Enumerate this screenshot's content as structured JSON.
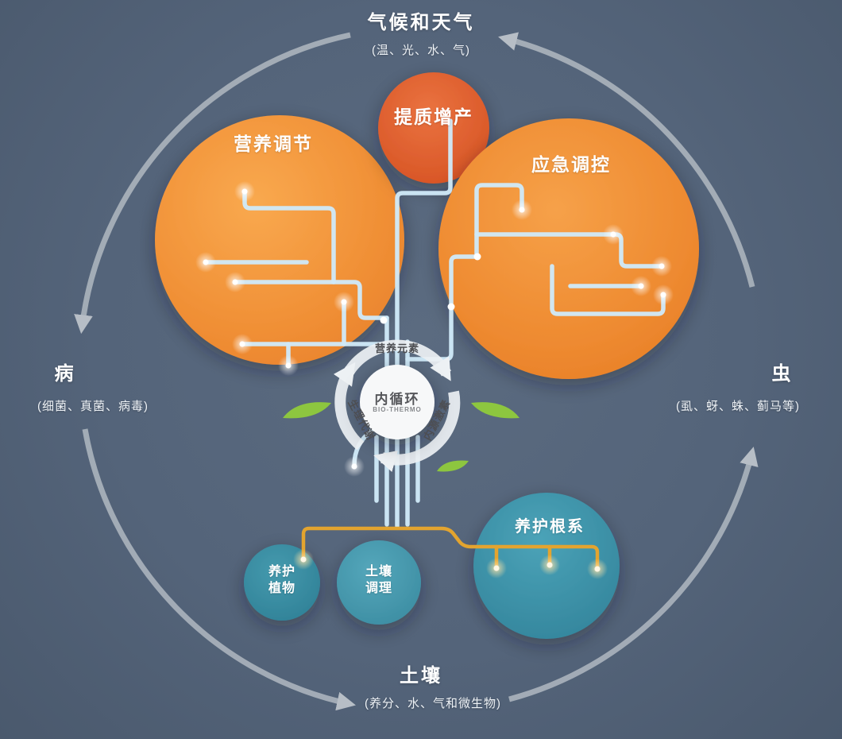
{
  "colors": {
    "background": "#54647a",
    "orange_left": "#f08f35",
    "orange_right": "#ee8a30",
    "red_orange": "#d95a27",
    "teal_small": "#3a8ca1",
    "teal_mid": "#4d9fb3",
    "teal_large": "#3e93aa",
    "tree_line": "#cfe9f8",
    "root_line": "#e3a42f",
    "leaf_green": "#8dc63f",
    "cycle_gray": "#b4bcc4",
    "core_white": "#f7f8f9"
  },
  "outer_cycle": {
    "top": {
      "title": "气候和天气",
      "subtitle": "(温、光、水、气)"
    },
    "left": {
      "title": "病",
      "subtitle": "(细菌、真菌、病毒)"
    },
    "right": {
      "title": "虫",
      "subtitle": "(虱、蚜、蛛、蓟马等)"
    },
    "bottom": {
      "title": "土壤",
      "subtitle": "(养分、水、气和微生物)"
    }
  },
  "bubbles": {
    "nutrition": {
      "label": "营养调节"
    },
    "quality": {
      "label": "提质增产"
    },
    "emergency": {
      "label": "应急调控"
    },
    "plant_care": {
      "label": "养护\n植物"
    },
    "soil_conditioning": {
      "label": "土壤\n调理"
    },
    "root_care": {
      "label": "养护根系"
    }
  },
  "core": {
    "title": "内循环",
    "subtitle": "BIO-THERMO",
    "cycle_top": "营养元素",
    "cycle_left": "生理代谢",
    "cycle_right": "内源激素"
  }
}
